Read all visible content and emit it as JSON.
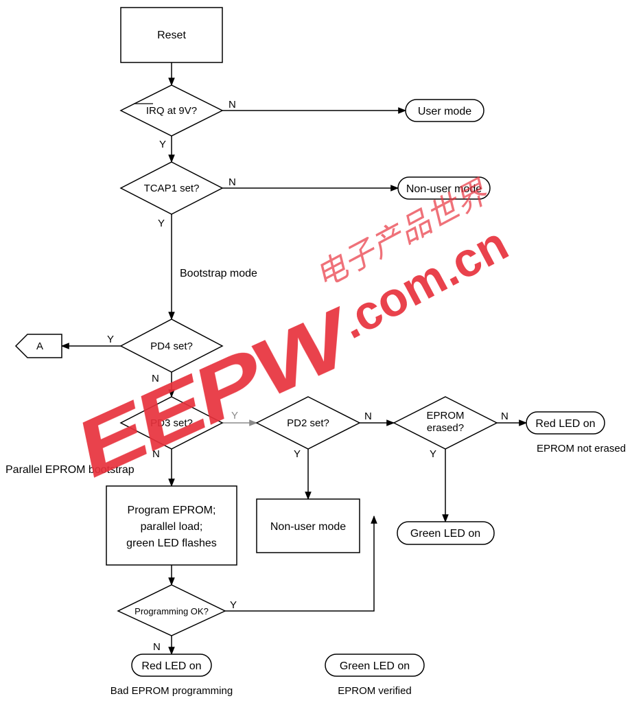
{
  "nodes": {
    "reset": "Reset",
    "irq_check_a": "IRQ",
    "irq_check_b": " at 9V?",
    "user_mode": "User mode",
    "tcap1_check": "TCAP1 set?",
    "nonuser_mode_top": "Non-user mode",
    "bootstrap_mode": "Bootstrap mode",
    "connector_a": "A",
    "pd4_check": "PD4 set?",
    "pd3_check": "PD3 set?",
    "pd2_check": "PD2 set?",
    "eprom_erased_l1": "EPROM",
    "eprom_erased_l2": "erased?",
    "red_led_top": "Red LED on",
    "eprom_not_erased": "EPROM not erased",
    "parallel_bootstrap": "Parallel EPROM bootstrap",
    "program_l1": "Program EPROM;",
    "program_l2": "parallel load;",
    "program_l3": "green LED flashes",
    "nonuser_mode_mid": "Non-user mode",
    "green_led_mid": "Green LED on",
    "programming_ok": "Programming OK?",
    "red_led_bottom": "Red LED on",
    "bad_programming": "Bad EPROM programming",
    "green_led_bottom": "Green LED on",
    "eprom_verified": "EPROM verified"
  },
  "branches": {
    "irq_n": "N",
    "irq_y": "Y",
    "tcap1_n": "N",
    "tcap1_y": "Y",
    "pd4_y": "Y",
    "pd4_n": "N",
    "pd3_y": "Y",
    "pd3_n": "N",
    "pd2_n": "N",
    "pd2_y": "Y",
    "erased_n": "N",
    "erased_y": "Y",
    "prog_y": "Y",
    "prog_n": "N"
  },
  "watermark": {
    "logo": "EEPW",
    "domain": ".com.cn",
    "chinese": "电子产品世界",
    "color": "#e8323c"
  }
}
